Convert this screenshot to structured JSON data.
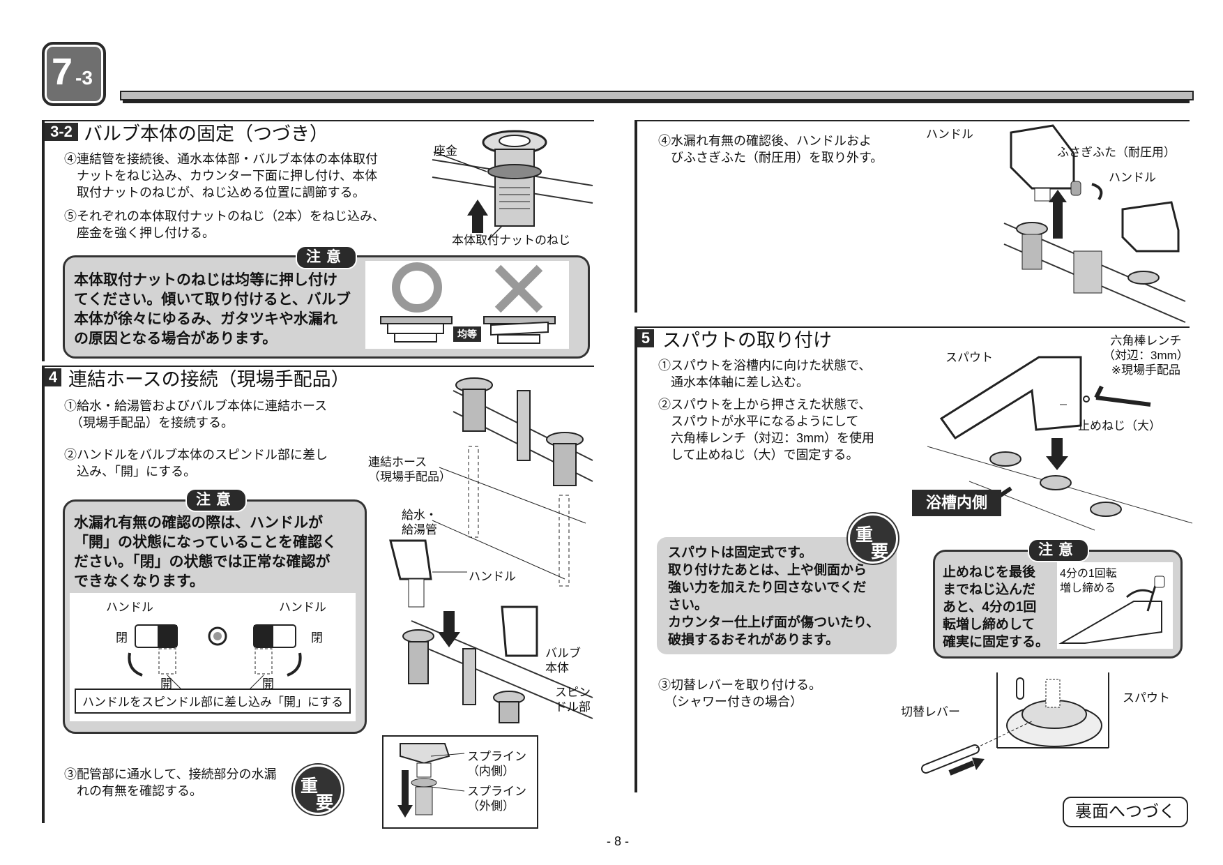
{
  "header": {
    "step_main": "7",
    "step_sub": "-3"
  },
  "s32": {
    "num": "3-2",
    "title": "バルブ本体の固定（つづき）",
    "step4": "④連結管を接続後、通水本体部・バルブ本体の本体取付\n　ナットをねじ込み、カウンター下面に押し付け、本体\n　取付ナットのねじが、ねじ込める位置に調節する。",
    "step5": "⑤それぞれの本体取付ナットのねじ（2本）をねじ込み、\n　座金を強く押し付ける。",
    "label_washer": "座金",
    "label_nut": "本体取付ナットのねじ",
    "caution_label": "注意",
    "caution_text": "本体取付ナットのねじは均等に押し付け\nてください。傾いて取り付けると、バルブ\n本体が徐々にゆるみ、ガタツキや水漏れ\nの原因となる場合があります。",
    "even_label": "均等"
  },
  "s4": {
    "num": "4",
    "title": "連結ホースの接続（現場手配品）",
    "step1": "①給水・給湯管およびバルブ本体に連結ホース\n　（現場手配品）を接続する。",
    "step2": "②ハンドルをバルブ本体のスピンドル部に差し\n　込み、「開」にする。",
    "caution_label": "注意",
    "caution_text": "水漏れ有無の確認の際は、ハンドルが\n「開」の状態になっていることを確認く\nださい。「閉」の状態では正常な確認が\nできなくなります。",
    "handle_left": "ハンドル",
    "handle_right": "ハンドル",
    "close_left": "閉",
    "close_right": "閉",
    "open_left": "開",
    "open_right": "開",
    "handle_caption": "ハンドルをスピンドル部に差し込み「開」にする",
    "step3": "③配管部に通水して、接続部分の水漏\n　れの有無を確認する。",
    "important1": "重",
    "important2": "要",
    "label_hose": "連結ホース\n（現場手配品）",
    "label_supply": "給水・\n給湯管",
    "label_handle": "ハンドル",
    "label_valve": "バルブ\n本体",
    "label_spindle": "スピン\nドル部",
    "label_spline_in": "スプライン\n（内側）",
    "label_spline_out": "スプライン\n（外側）"
  },
  "rtop": {
    "step4": "④水漏れ有無の確認後、ハンドルおよ\n　びふさぎふた（耐圧用）を取り外す。",
    "label_handle1": "ハンドル",
    "label_cap": "ふさぎふた（耐圧用）",
    "label_handle2": "ハンドル"
  },
  "s5": {
    "num": "5",
    "title": "スパウトの取り付け",
    "step1": "①スパウトを浴槽内に向けた状態で、\n　通水本体軸に差し込む。",
    "step2": "②スパウトを上から押さえた状態で、\n　スパウトが水平になるようにして\n　六角棒レンチ（対辺：3mm）を使用\n　して止めねじ（大）で固定する。",
    "label_spout": "スパウト",
    "label_wrench": "六角棒レンチ\n（対辺：3mm）\n※現場手配品",
    "label_setscrew": "止めねじ（大）",
    "label_tubside": "浴槽内側",
    "important1": "重",
    "important2": "要",
    "important_text": "スパウトは固定式です。\n取り付けたあとは、上や側面から\n強い力を加えたり回さないでくだ\nさい。\nカウンター仕上げ面が傷ついたり、\n破損するおそれがあります。",
    "caution_label": "注意",
    "caution_text": "止めねじを最後\nまでねじ込んだ\nあと、4分の1回\n転増し締めして\n確実に固定する。",
    "quarter_label": "4分の1回転\n増し締める",
    "step3": "③切替レバーを取り付ける。\n　（シャワー付きの場合）",
    "label_lever": "切替レバー",
    "label_spout2": "スパウト"
  },
  "footer": {
    "continue": "裏面へつづく",
    "page": "- 8 -"
  }
}
